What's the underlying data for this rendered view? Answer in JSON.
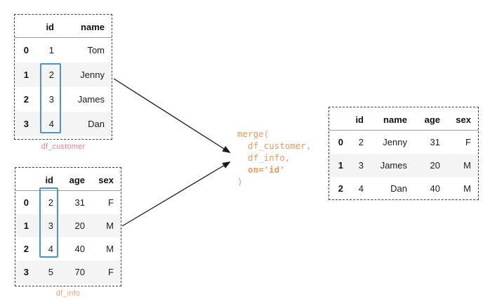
{
  "colors": {
    "highlight_blue": "#4d94c9",
    "customer_label_pink": "#e8838d",
    "info_label_orange": "#f0a76f",
    "code_orange": "#eb9a60",
    "row_stripe_gray": "#f4f4f4",
    "arrow_black": "#1a1a1a"
  },
  "code": {
    "lines": [
      "merge(",
      "  df_customer,",
      "  df_info,",
      "  on='id'",
      ")"
    ]
  },
  "tables": {
    "customer": {
      "label": "df_customer",
      "headers": [
        "",
        "id",
        "name"
      ],
      "rows": [
        {
          "index": "0",
          "id": "1",
          "name": "Tom"
        },
        {
          "index": "1",
          "id": "2",
          "name": "Jenny"
        },
        {
          "index": "2",
          "id": "3",
          "name": "James"
        },
        {
          "index": "3",
          "id": "4",
          "name": "Dan"
        }
      ]
    },
    "info": {
      "label": "df_info",
      "headers": [
        "",
        "id",
        "age",
        "sex"
      ],
      "rows": [
        {
          "index": "0",
          "id": "2",
          "age": "31",
          "sex": "F"
        },
        {
          "index": "1",
          "id": "3",
          "age": "20",
          "sex": "M"
        },
        {
          "index": "2",
          "id": "4",
          "age": "40",
          "sex": "M"
        },
        {
          "index": "3",
          "id": "5",
          "age": "70",
          "sex": "F"
        }
      ]
    },
    "result": {
      "headers": [
        "",
        "id",
        "name",
        "age",
        "sex"
      ],
      "rows": [
        {
          "index": "0",
          "id": "2",
          "name": "Jenny",
          "age": "31",
          "sex": "F"
        },
        {
          "index": "1",
          "id": "3",
          "name": "James",
          "age": "20",
          "sex": "M"
        },
        {
          "index": "2",
          "id": "4",
          "name": "Dan",
          "age": "40",
          "sex": "M"
        }
      ]
    }
  }
}
